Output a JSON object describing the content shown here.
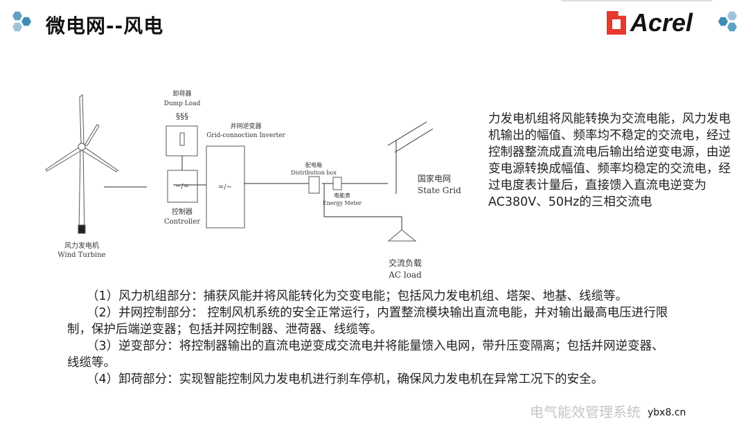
{
  "header": {
    "title": "微电网--风电",
    "logo_text": "Acrel"
  },
  "diagram": {
    "dump_load_cn": "卸荷器",
    "dump_load_en": "Dump Load",
    "inverter_cn": "并网逆变器",
    "inverter_en": "Grid-connoction  Inverter",
    "controller_cn": "控制器",
    "controller_en": "Controller",
    "controller_symbol": "~/=",
    "inverter_symbol": "=/~",
    "dist_box_cn": "配电箱",
    "dist_box_en": "Distribution box",
    "meter_cn": "电能表",
    "meter_en": "Energy Meter",
    "grid_cn": "国家电网",
    "grid_en": "State Grid",
    "turbine_cn": "风力发电机",
    "turbine_en": "Wind Turbine",
    "load_cn": "交流负载",
    "load_en": "AC load"
  },
  "side_text": "力发电机组将风能转换为交流电能，风力发电机输出的幅值、频率均不稳定的交流电，经过控制器整流成直流电后输出给逆变电源，由逆变电源转换成幅值、频率均稳定的交流电，经过电度表计量后，直接馈入直流电逆变为 AC380V、50Hz的三相交流电",
  "paragraphs": [
    "（1）风力机组部分：捕获风能并将风能转化为交变电能；包括风力发电机组、塔架、地基、线缆等。",
    "（2）并网控制部分： 控制风机系统的安全正常运行，内置整流模块输出直流电能，并对输出最高电压进行限制，保护后端逆变器；包括并网控制器、泄荷器、线缆等。",
    "（3）逆变部分：将控制器输出的直流电逆变成交流电并将能量馈入电网，带升压变隔离；包括并网逆变器、线缆等。",
    "（4）卸荷部分：实现智能控制风力发电机进行刹车停机，确保风力发电机在异常工况下的安全。"
  ],
  "watermark": {
    "text": "电气能效管理系统",
    "site": "ybx8.cn"
  },
  "colors": {
    "hex_dark": "#3d8db5",
    "hex_light": "#9cc4d8",
    "logo_red": "#e53a2f"
  }
}
